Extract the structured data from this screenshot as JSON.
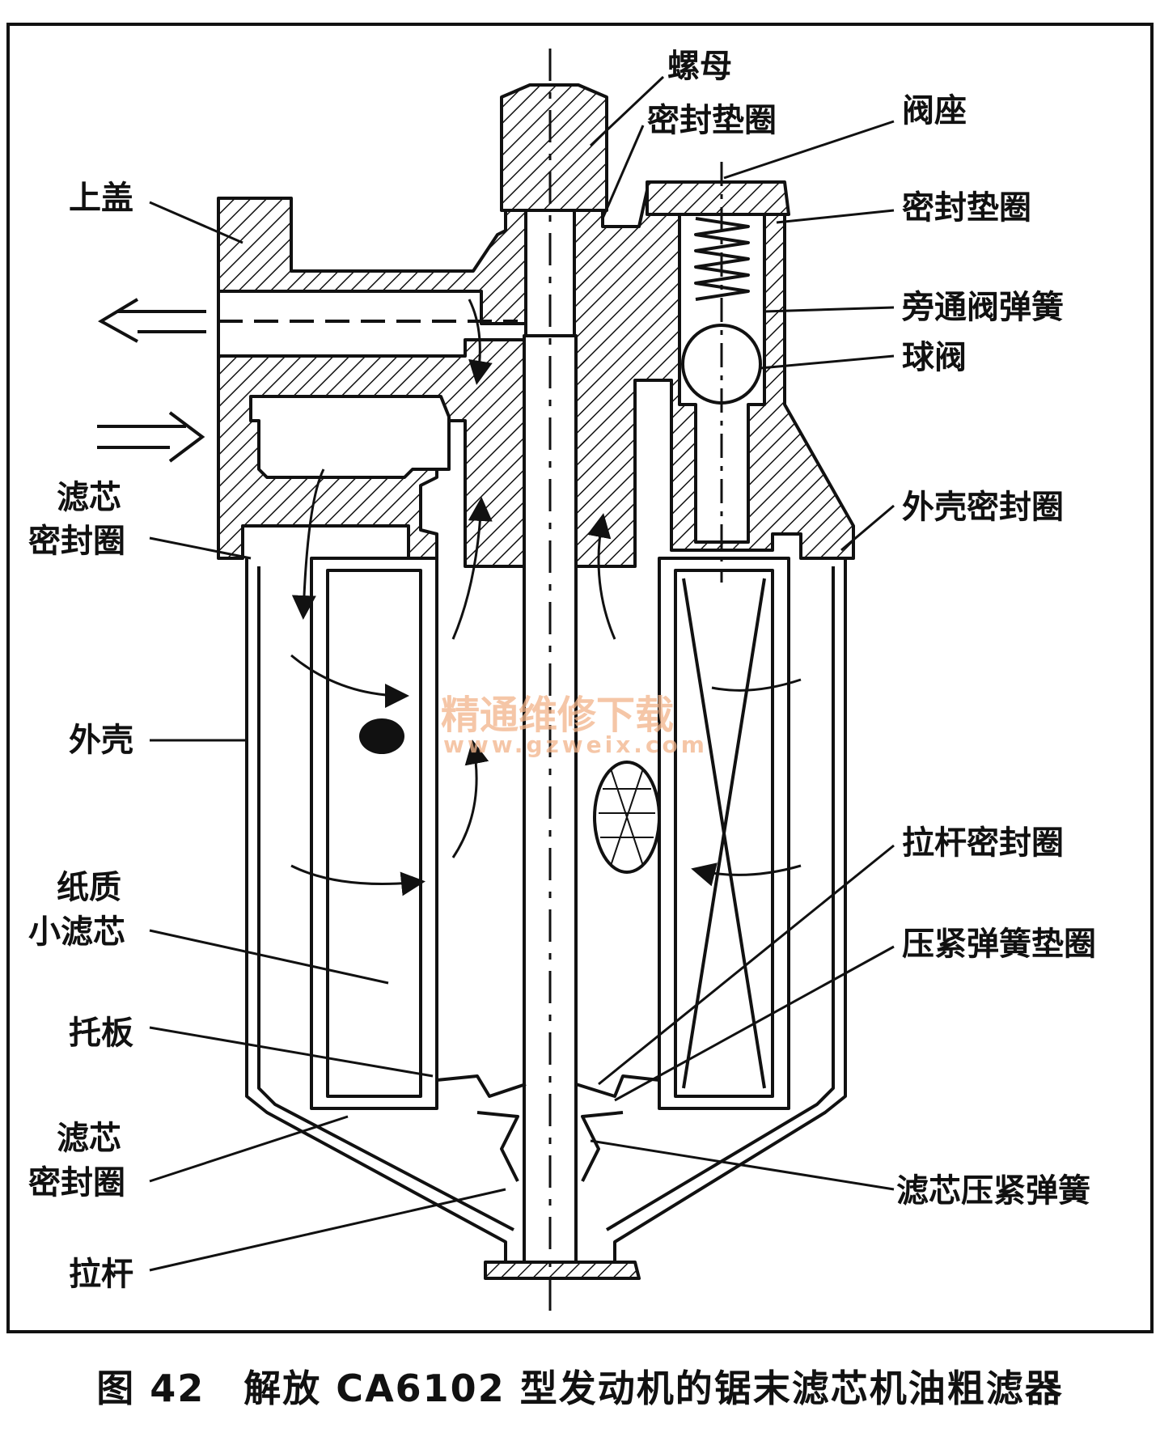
{
  "caption": "图 42　解放 CA6102 型发动机的锯末滤芯机油粗滤器",
  "watermark": {
    "line1": "精通维修下载",
    "line2": "www.gzweix.com"
  },
  "labels": {
    "nut": "螺母",
    "seal_washer_top": "密封垫圈",
    "valve_seat": "阀座",
    "seal_washer_right": "密封垫圈",
    "bypass_spring": "旁通阀弹簧",
    "ball_valve": "球阀",
    "housing_seal": "外壳密封圈",
    "top_cover": "上盖",
    "filter_seal_upper_1": "滤芯",
    "filter_seal_upper_2": "密封圈",
    "housing": "外壳",
    "paper_filter_1": "纸质",
    "paper_filter_2": "小滤芯",
    "tray": "托板",
    "filter_seal_lower_1": "滤芯",
    "filter_seal_lower_2": "密封圈",
    "pull_rod": "拉杆",
    "rod_seal": "拉杆密封圈",
    "spring_washer": "压紧弹簧垫圈",
    "filter_spring": "滤芯压紧弹簧"
  },
  "colors": {
    "ink": "#111111",
    "watermark": "#f2b48a"
  }
}
